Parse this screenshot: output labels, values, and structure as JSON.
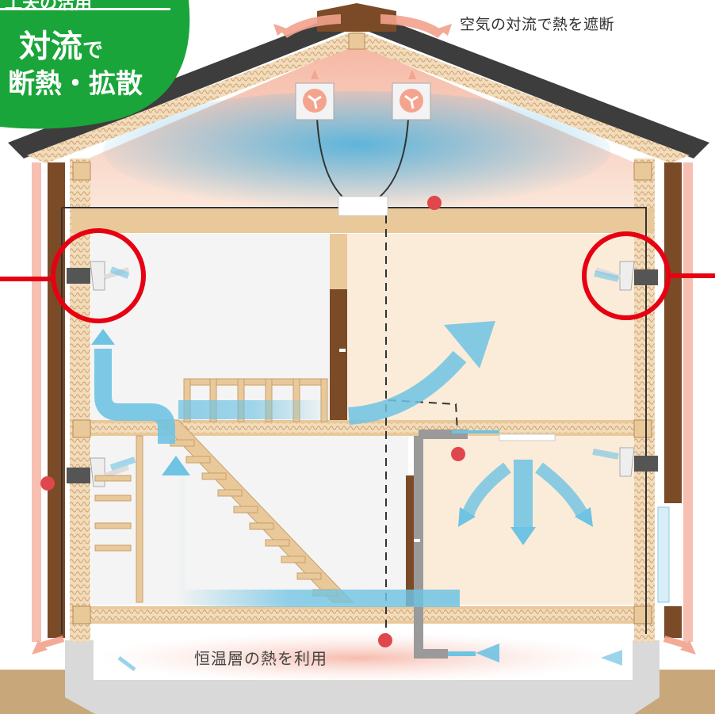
{
  "badge": {
    "partial_heading": "工夫の活用",
    "title_main": "対流",
    "title_suffix": "で",
    "subtitle": "断熱・拡散",
    "color": "#1aa53a"
  },
  "labels": {
    "top": "空気の対流で熱を遮断",
    "bottom": "恒温層の熱を利用"
  },
  "colors": {
    "cool_air": "#6fc3e3",
    "warm_air": "#f2a28c",
    "wood": "#e9c99a",
    "dark_wood": "#7b4a26",
    "roof": "#3d3d3d",
    "highlight_ring": "#e60012",
    "sensor_dot": "#e0474c",
    "ground": "#c8a77a",
    "foundation": "#d9d9d9"
  },
  "icons": [
    "fan-icon",
    "fan-icon",
    "vent-icon",
    "sensor-dot-icon",
    "door-icon",
    "stairs-icon"
  ]
}
